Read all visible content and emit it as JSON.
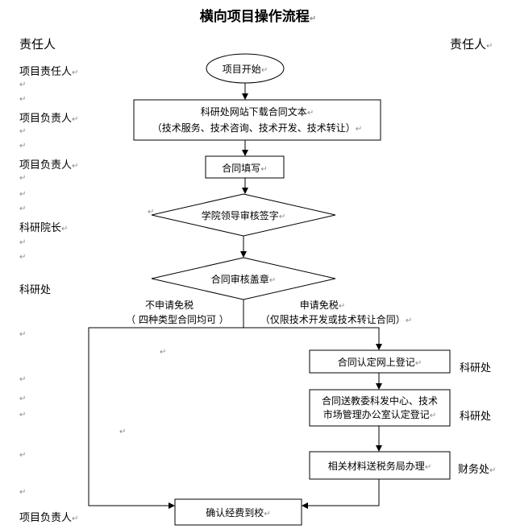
{
  "title": "横向项目操作流程",
  "left_header": "责任人",
  "right_header": "责任人",
  "pilcrow": "↵",
  "left_roles": [
    "项目责任人",
    "项目负责人",
    "项目负责人",
    "科研院长",
    "科研处",
    "项目负责人"
  ],
  "right_roles": [
    "科研处",
    "科研处",
    "财务处"
  ],
  "nodes": {
    "start": "项目开始",
    "download_line1": "科研处网站下载合同文本",
    "download_line2": "（技术服务、技术咨询、技术开发、技术转让）",
    "fill": "合同填写",
    "sign": "学院领导审核签字",
    "seal": "合同审核盖章",
    "online": "合同认定网上登记",
    "send_line1": "合同送教委科发中心、技术",
    "send_line2": "市场管理办公室认定登记",
    "tax": "相关材料送税务局办理",
    "confirm": "确认经费到校"
  },
  "branches": {
    "left_line1": "不申请免税",
    "left_line2": "（ 四种类型合同均可 ）",
    "right_line1": "申请免税",
    "right_line2": "（仅限技术开发或技术转让合同）"
  }
}
